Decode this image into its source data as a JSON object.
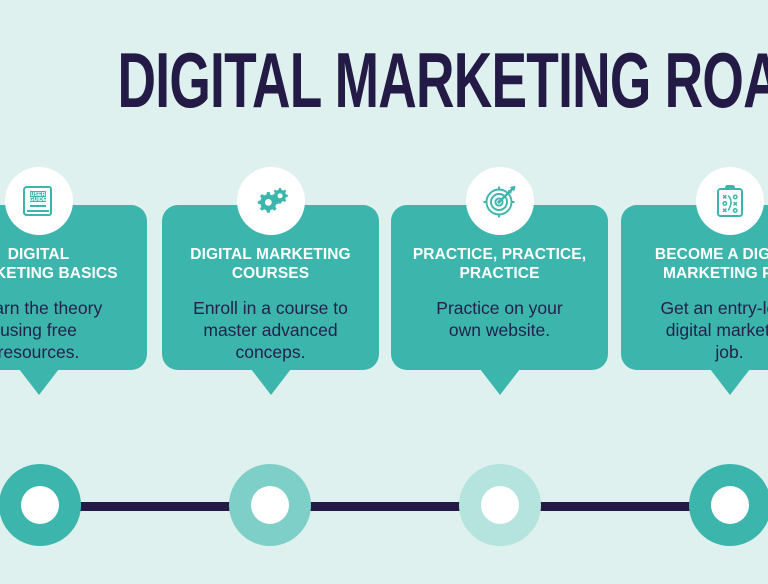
{
  "title": "DIGITAL MARKETING ROADMAP",
  "colors": {
    "background": "#dff1ef",
    "card": "#3cb6ad",
    "title_text": "#231a46",
    "body_text": "#25204a",
    "card_title_text": "#ffffff",
    "timeline_line": "#231a46",
    "node_1": "#3cb6ad",
    "node_2": "#7ecfc7",
    "node_3": "#b5e3dd",
    "node_4": "#3cb6ad",
    "icon_badge": "#ffffff",
    "icon_glyph": "#3cb6ad"
  },
  "steps": [
    {
      "title": "DIGITAL\nMARKETING BASICS",
      "text": "Learn the theory\nusing free\nresources.",
      "icon": "user-guide-book-icon",
      "icon_label": "USER GUIDE"
    },
    {
      "title": "DIGITAL MARKETING\nCOURSES",
      "text": "Enroll in a course to\nmaster advanced\nconceps.",
      "icon": "gears-icon",
      "icon_label": ""
    },
    {
      "title": "PRACTICE, PRACTICE,\nPRACTICE",
      "text": "Practice on your\nown website.",
      "icon": "target-dart-icon",
      "icon_label": ""
    },
    {
      "title": "BECOME A DIGITAL\nMARKETING PRO",
      "text": "Get an entry-level\ndigital marketing\njob.",
      "icon": "clipboard-strategy-icon",
      "icon_label": ""
    }
  ],
  "timeline": {
    "nodes": [
      {
        "name": "timeline-node-1",
        "color": "#3cb6ad"
      },
      {
        "name": "timeline-node-2",
        "color": "#7ecfc7"
      },
      {
        "name": "timeline-node-3",
        "color": "#b5e3dd"
      },
      {
        "name": "timeline-node-4",
        "color": "#3cb6ad"
      }
    ]
  }
}
